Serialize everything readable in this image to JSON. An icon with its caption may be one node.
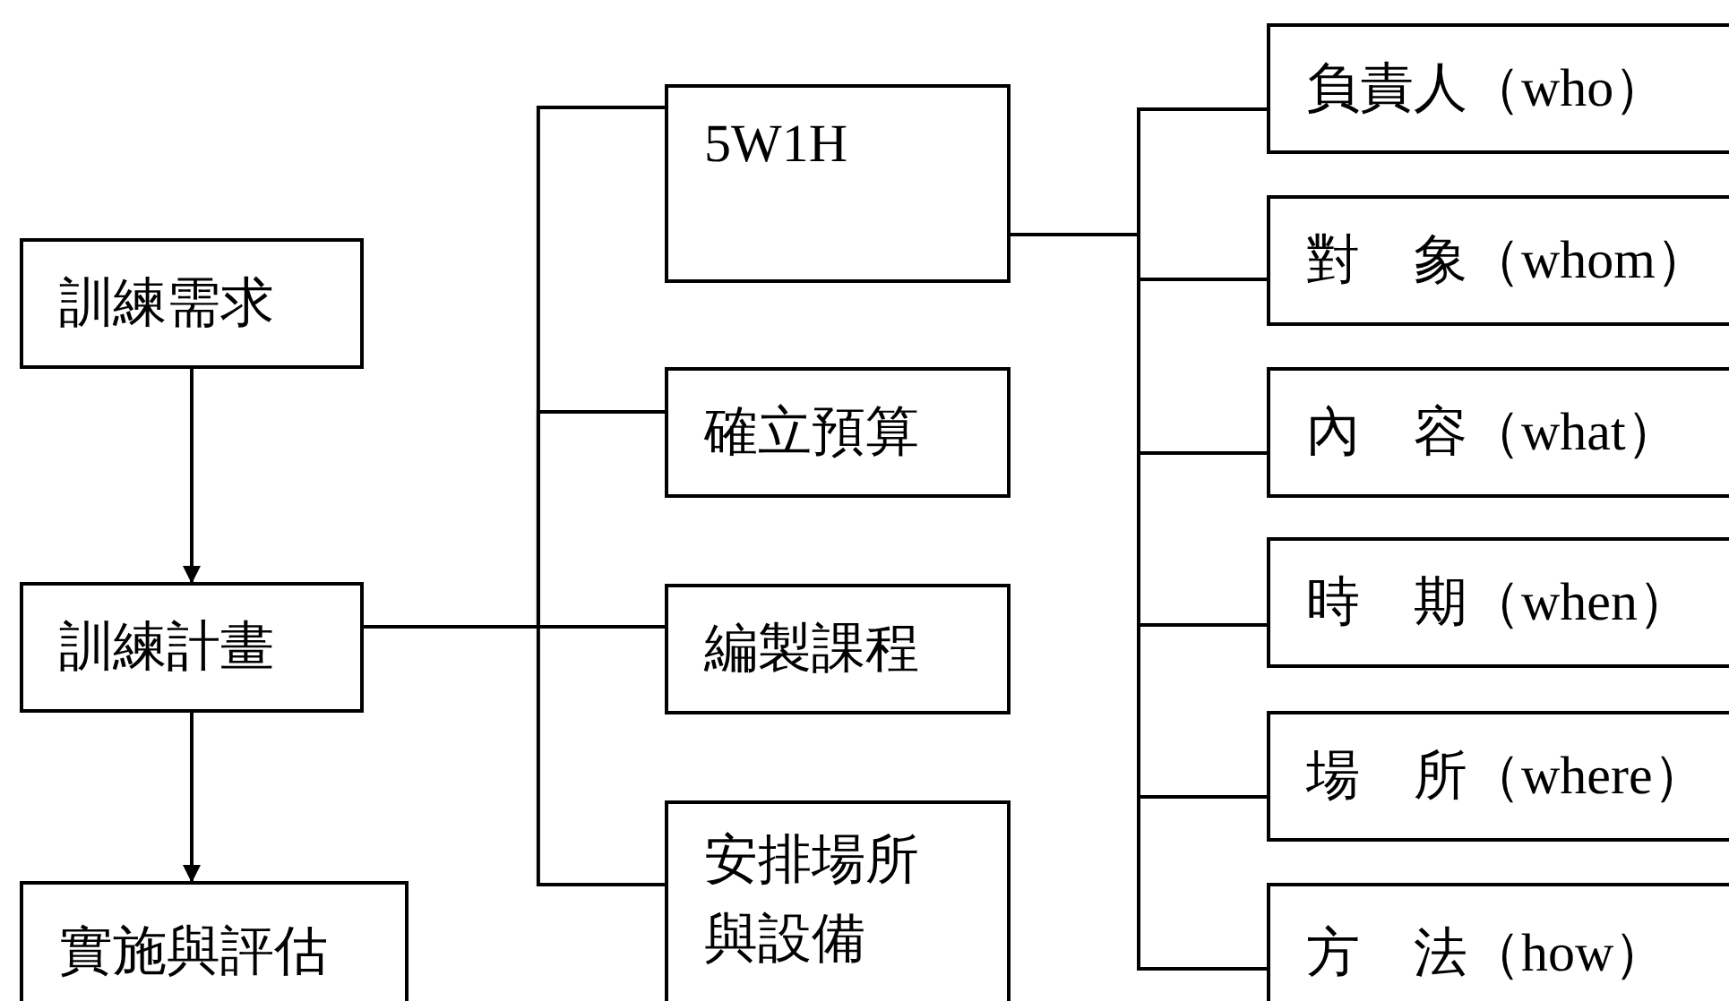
{
  "diagram": {
    "nodes": [
      {
        "text": [
          "訓練需求"
        ]
      },
      {
        "text": [
          "訓練計畫"
        ]
      },
      {
        "text": [
          "實施與評估"
        ]
      },
      {
        "text": [
          "5W1H"
        ]
      },
      {
        "text": [
          "確立預算"
        ]
      },
      {
        "text": [
          "編製課程"
        ]
      },
      {
        "text": [
          "安排場所與設備"
        ]
      },
      {
        "text": [
          "負責人（who）"
        ]
      },
      {
        "text": [
          "對　象（whom）"
        ]
      },
      {
        "text": [
          "內　容（what）"
        ]
      },
      {
        "text": [
          "時　期（when）"
        ]
      },
      {
        "text": [
          "場　所（where）"
        ]
      },
      {
        "text": [
          "方　法（how）"
        ]
      }
    ],
    "edges": [
      {
        "from": 0,
        "to": 1,
        "arrow": "to"
      },
      {
        "from": 1,
        "to": 2,
        "arrow": "to"
      },
      {
        "from": 1,
        "to": 3,
        "arrow": "none"
      },
      {
        "from": 1,
        "to": 4,
        "arrow": "none"
      },
      {
        "from": 1,
        "to": 5,
        "arrow": "none"
      },
      {
        "from": 1,
        "to": 6,
        "arrow": "none"
      },
      {
        "from": 3,
        "to": 7,
        "arrow": "none"
      },
      {
        "from": 3,
        "to": 8,
        "arrow": "none"
      },
      {
        "from": 3,
        "to": 9,
        "arrow": "none"
      },
      {
        "from": 3,
        "to": 10,
        "arrow": "none"
      },
      {
        "from": 3,
        "to": 11,
        "arrow": "none"
      },
      {
        "from": 3,
        "to": 12,
        "arrow": "none"
      }
    ]
  }
}
